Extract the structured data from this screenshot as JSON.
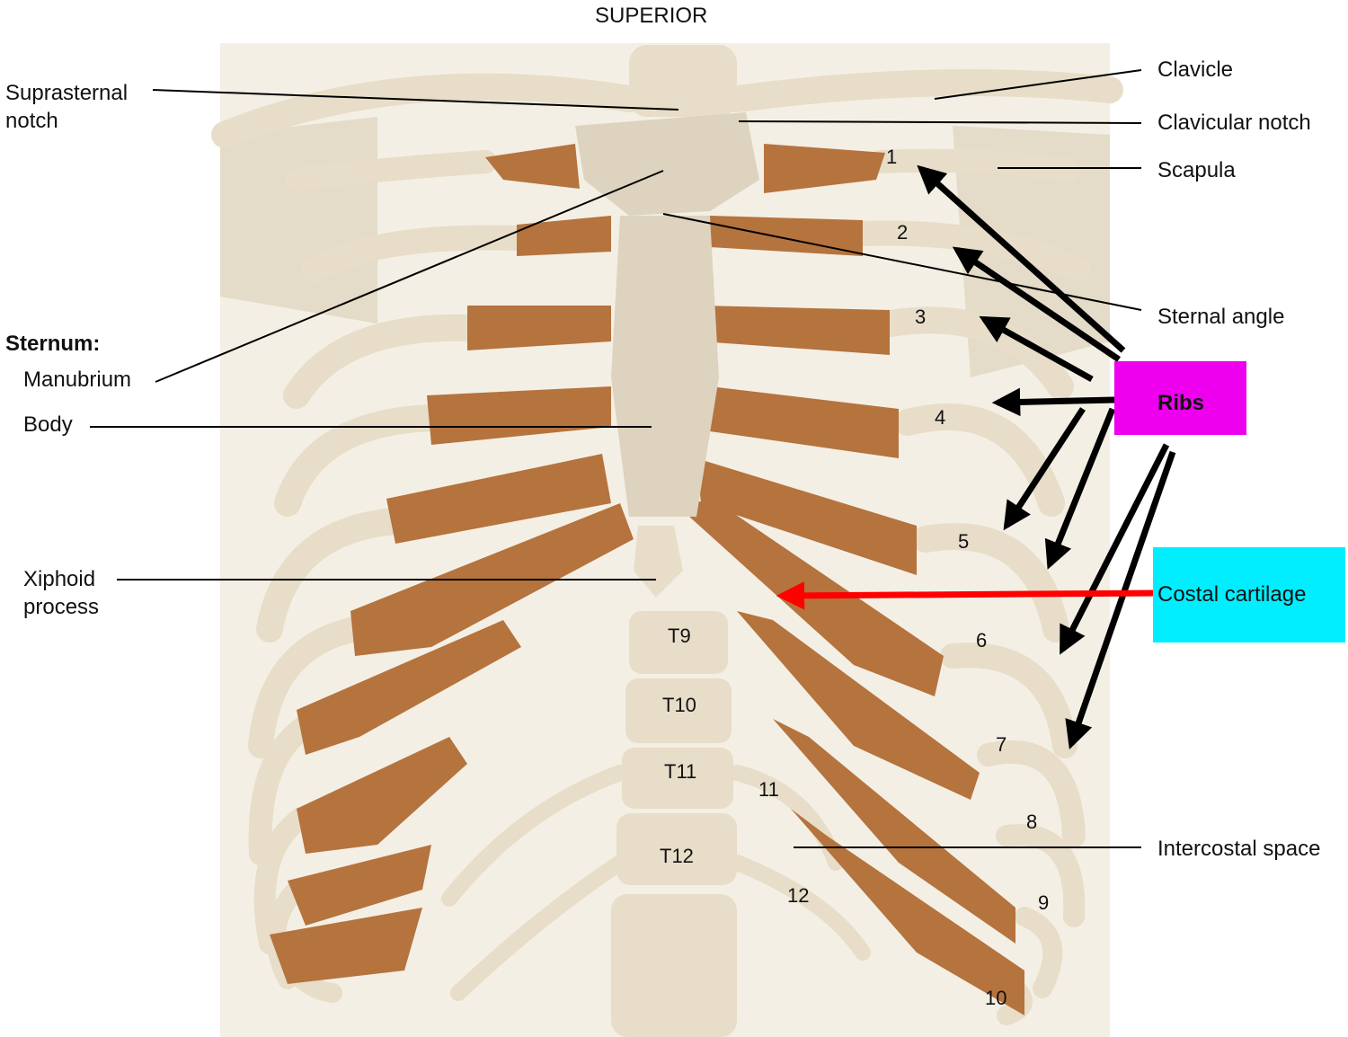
{
  "orientation": "SUPERIOR",
  "left_labels": {
    "suprasternal_notch": [
      "Suprasternal",
      "notch"
    ],
    "sternum_heading": "Sternum:",
    "manubrium": "Manubrium",
    "body": "Body",
    "xiphoid_process": [
      "Xiphoid",
      "process"
    ]
  },
  "right_labels": {
    "clavicle": "Clavicle",
    "clavicular_notch": "Clavicular notch",
    "scapula": "Scapula",
    "sternal_angle": "Sternal angle",
    "intercostal_space": "Intercostal space"
  },
  "rib_numbers": [
    "1",
    "2",
    "3",
    "4",
    "5",
    "6",
    "7",
    "8",
    "9",
    "10",
    "11",
    "12"
  ],
  "vertebrae": [
    "T9",
    "T10",
    "T11",
    "T12"
  ],
  "annotation_boxes": {
    "ribs": {
      "text": "Ribs",
      "color": "#ee00ee"
    },
    "costal_cartilage": {
      "text": "Costal cartilage",
      "color": "#00eeff"
    }
  },
  "colors": {
    "bone": "#e7ddc8",
    "bone_shadow": "#cfc2a6",
    "cartilage": "#b5733e",
    "arrow_black": "#000000",
    "arrow_red": "#ff0000"
  }
}
